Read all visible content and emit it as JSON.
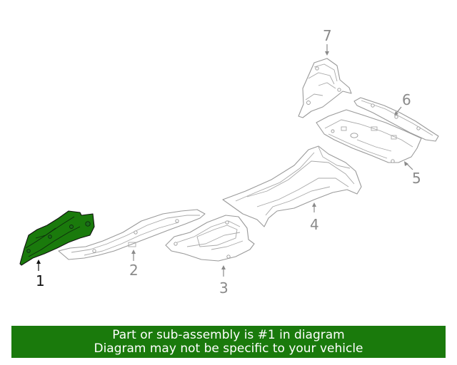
{
  "colors": {
    "highlight": "#1a7a0c",
    "banner_bg": "#1a7a0c",
    "banner_text": "#ffffff",
    "line": "#9a9a9a",
    "active_label": "#111111"
  },
  "callouts": [
    {
      "number": "1",
      "part": "highlighted-heat-shield",
      "highlighted": true
    },
    {
      "number": "2",
      "part": "long-tunnel-shield",
      "highlighted": false
    },
    {
      "number": "3",
      "part": "center-heat-shield",
      "highlighted": false
    },
    {
      "number": "4",
      "part": "tunnel-heat-shield",
      "highlighted": false
    },
    {
      "number": "5",
      "part": "rear-floor-shield",
      "highlighted": false
    },
    {
      "number": "6",
      "part": "rear-bracket-shield",
      "highlighted": false
    },
    {
      "number": "7",
      "part": "upper-rear-shield",
      "highlighted": false
    }
  ],
  "banner": {
    "line1": "Part or sub-assembly is #1 in diagram",
    "line2": "Diagram may not be specific to your vehicle"
  }
}
